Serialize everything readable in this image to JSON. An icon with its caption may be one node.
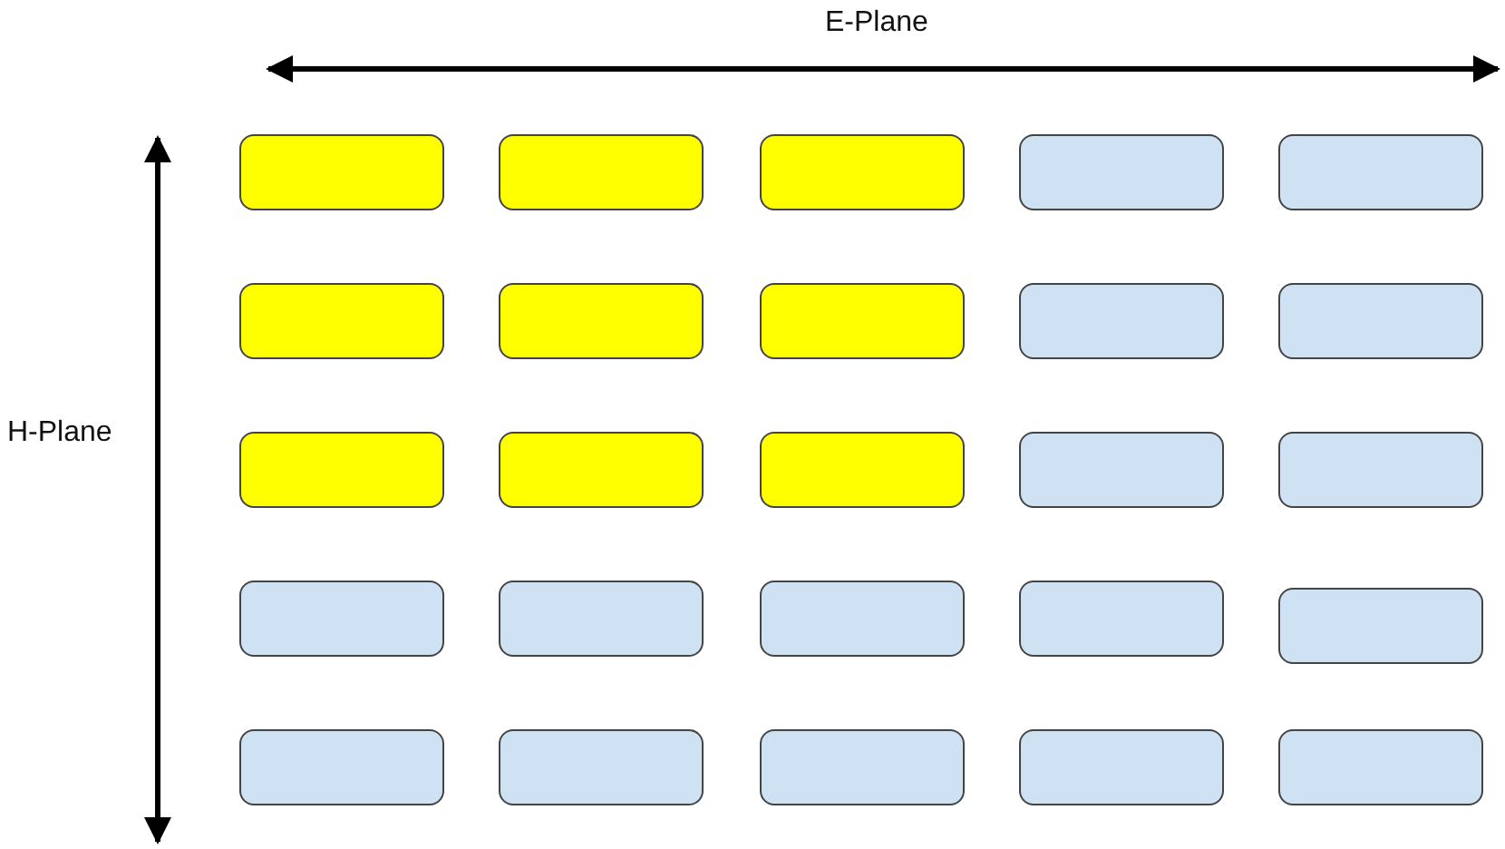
{
  "diagram": {
    "nodes": [
      {
        "text": [],
        "shape": "box"
      },
      {
        "text": [],
        "shape": "box"
      },
      {
        "text": [],
        "shape": "box"
      },
      {
        "text": [],
        "shape": "box"
      },
      {
        "text": [],
        "shape": "box"
      },
      {
        "text": [],
        "shape": "box"
      },
      {
        "text": [],
        "shape": "box"
      },
      {
        "text": [],
        "shape": "box"
      },
      {
        "text": [],
        "shape": "box"
      },
      {
        "text": [],
        "shape": "box"
      },
      {
        "text": [],
        "shape": "box"
      },
      {
        "text": [],
        "shape": "box"
      },
      {
        "text": [],
        "shape": "box"
      },
      {
        "text": [],
        "shape": "box"
      },
      {
        "text": [],
        "shape": "box"
      },
      {
        "text": [],
        "shape": "box"
      },
      {
        "text": [],
        "shape": "box"
      },
      {
        "text": [],
        "shape": "box"
      },
      {
        "text": [],
        "shape": "box"
      },
      {
        "text": [],
        "shape": "box"
      },
      {
        "text": [],
        "shape": "box"
      },
      {
        "text": [],
        "shape": "box"
      },
      {
        "text": [],
        "shape": "box"
      },
      {
        "text": [],
        "shape": "box"
      },
      {
        "text": [],
        "shape": "box"
      }
    ],
    "labels": [
      "E-Plane",
      "H-Plane"
    ]
  }
}
